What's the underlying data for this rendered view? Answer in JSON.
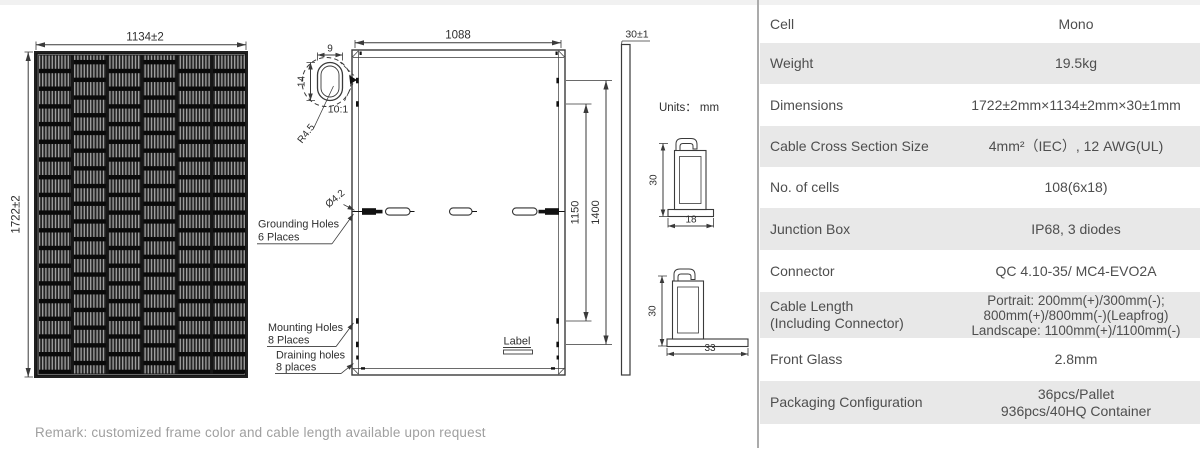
{
  "drawing": {
    "front_view": {
      "width_dim": "1134±2",
      "height_dim": "1722±2"
    },
    "detail_view": {
      "width_dim": "9",
      "height_dim": "14",
      "radius_dim": "R4.5",
      "scale": "10:1"
    },
    "rear_view": {
      "width_dim": "1088",
      "hole_dia_dim": "Ø4.2",
      "inner_span_dim": "1150",
      "outer_span_dim": "1400",
      "grounding_line1": "Grounding Holes",
      "grounding_line2": "6 Places",
      "mounting_line1": "Mounting Holes",
      "mounting_line2": "8 Places",
      "draining_line1": "Draining holes",
      "draining_line2": "8 places",
      "label_marker": "Label"
    },
    "side_view": {
      "thickness_dim": "30±1"
    },
    "units_note": "Units： mm",
    "frame_section_top": {
      "height_dim": "30",
      "width_dim": "18"
    },
    "frame_section_bottom": {
      "height_dim": "30",
      "width_dim": "33"
    }
  },
  "table": {
    "rows": [
      {
        "label": "Cell",
        "value": "Mono"
      },
      {
        "label": "Weight",
        "value": "19.5kg"
      },
      {
        "label": "Dimensions",
        "value": "1722±2mm×1134±2mm×30±1mm"
      },
      {
        "label": "Cable Cross Section Size",
        "value": "4mm²（IEC）, 12 AWG(UL)"
      },
      {
        "label": "No. of cells",
        "value": "108(6x18)"
      },
      {
        "label": "Junction Box",
        "value": "IP68, 3 diodes"
      },
      {
        "label": "Connector",
        "value": "QC 4.10-35/ MC4-EVO2A"
      },
      {
        "label": "Cable Length\n(Including Connector)",
        "value": "Portrait: 200mm(+)/300mm(-);\n800mm(+)/800mm(-)(Leapfrog)\nLandscape: 1100mm(+)/1100mm(-)"
      },
      {
        "label": "Front Glass",
        "value": "2.8mm"
      },
      {
        "label": "Packaging Configuration",
        "value": "36pcs/Pallet\n936pcs/40HQ Container"
      }
    ]
  },
  "remark": "Remark: customized frame color and cable length available upon request",
  "colors": {
    "row_alt": "#e8e8e8",
    "line": "#3a3a3a",
    "panel_dark": "#161616",
    "remark_text": "#9f9f9f"
  }
}
